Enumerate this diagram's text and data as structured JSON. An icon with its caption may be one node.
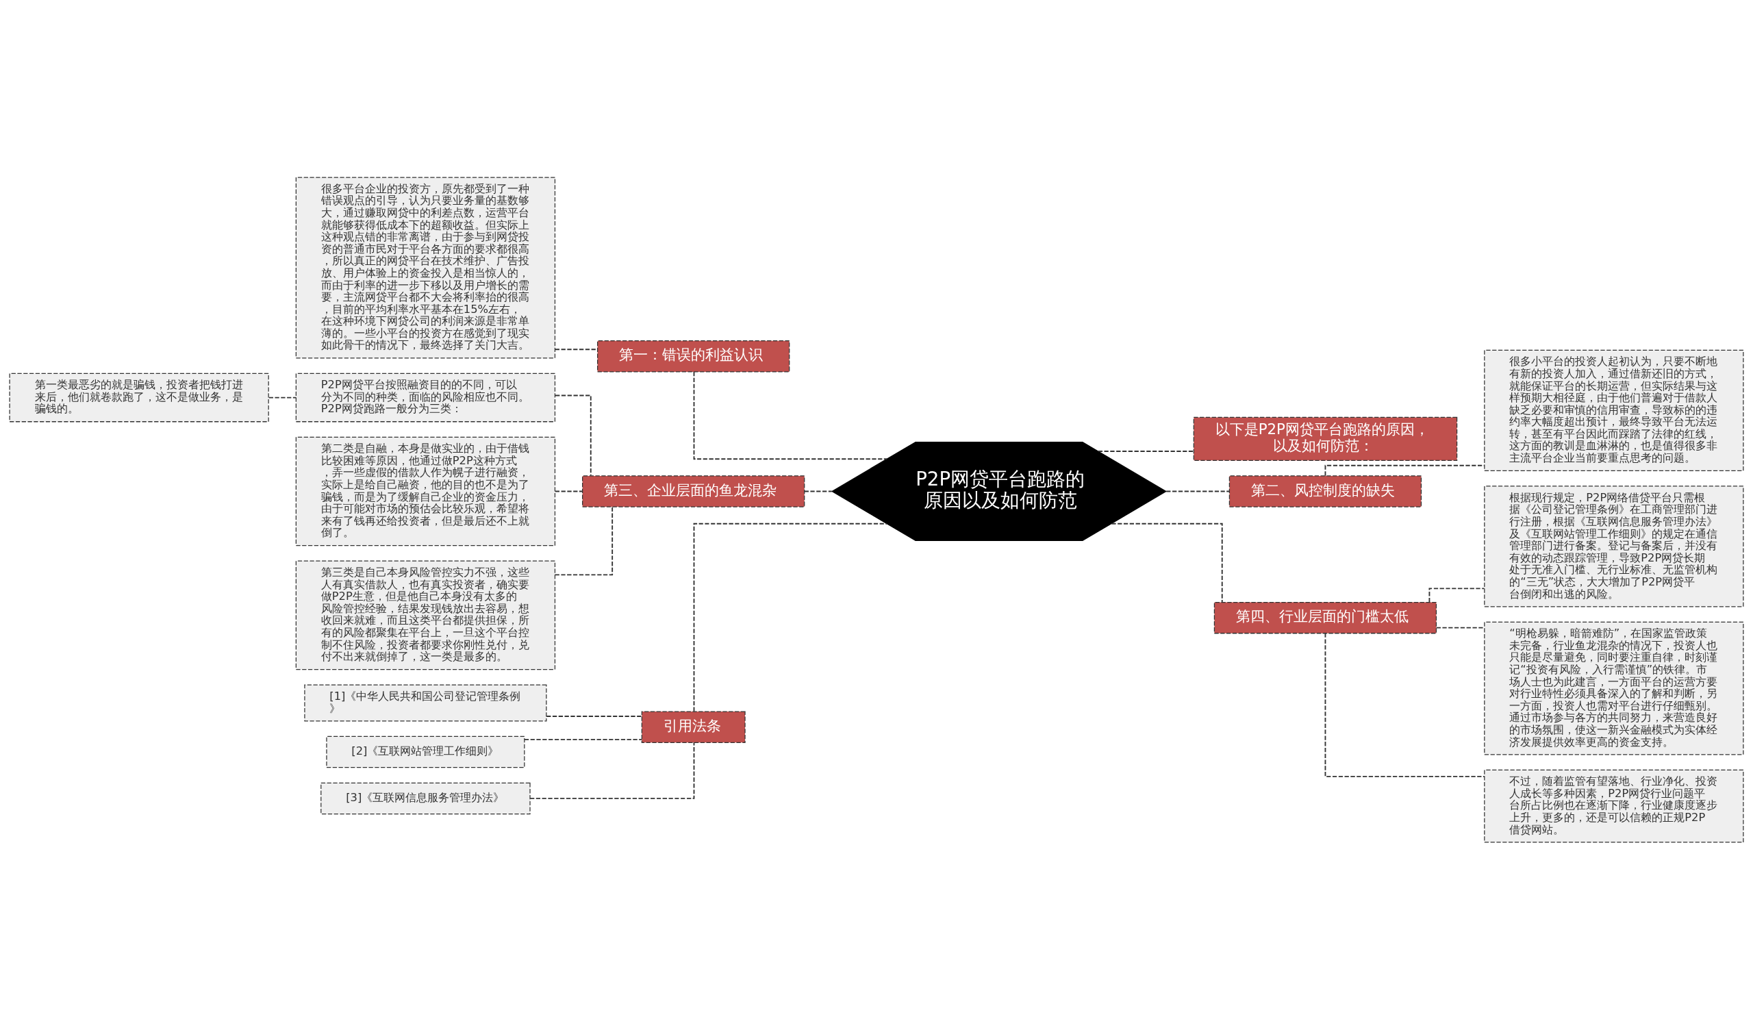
{
  "diagram": {
    "nodes": [
      {
        "text": [
          "P2P网贷平台跑路的原因以及如何防范"
        ]
      },
      {
        "text": [
          "第一：错误的利益认识"
        ]
      },
      {
        "text": [
          "很多平台企业的投资方，原先都受到了一种错误观点的引导，认为只要业务量的基数够大，通过赚取网贷中的利差点数，运营平台就能够获得低成本下的超额收益。但实际上这种观点错的非常离谱，由于参与到网贷投资的普通市民对于平台各方面的要求都很高，所以真正的网贷平台在技术维护、广告投放、用户体验上的资金投入是相当惊人的，而由于利率的进一步下移以及用户增长的需要，主流网贷平台都不大会将利率抬的很高，目前的平均利率水平基本在15%左右，在这种环境下网贷公司的利润来源是非常单薄的。一些小平台的投资方在感觉到了现实如此骨干的情况下，最终选择了关门大吉。"
        ]
      },
      {
        "text": [
          "第三、企业层面的鱼龙混杂"
        ]
      },
      {
        "text": [
          "P2P网贷平台按照融资目的的不同，可以分为不同的种类，面临的风险相应也不同。P2P网贷跑路一般分为三类："
        ]
      },
      {
        "text": [
          "第一类最恶劣的就是骗钱，投资者把钱打进来后，他们就卷款跑了，这不是做业务，是骗钱的。"
        ]
      },
      {
        "text": [
          "第二类是自融，本身是做实业的，由于借钱比较困难等原因，他通过做P2P这种方式，弄一些虚假的借款人作为幌子进行融资，实际上是给自己融资，他的目的也不是为了骗钱，而是为了缓解自己企业的资金压力，由于可能对市场的预估会比较乐观，希望将来有了钱再还给投资者，但是最后还不上就倒了。"
        ]
      },
      {
        "text": [
          "第三类是自己本身风险管控实力不强，这些人有真实借款人，也有真实投资者，确实要做P2P生意，但是他自己本身没有太多的风险管控经验，结果发现钱放出去容易，想收回来就难，而且这类平台都提供担保，所有的风险都聚集在平台上，一旦这个平台控制不住风险，投资者都要求你刚性兑付，兑付不出来就倒掉了，这一类是最多的。"
        ]
      },
      {
        "text": [
          "引用法条"
        ]
      },
      {
        "text": [
          "[1]《中华人民共和国公司登记管理条例》"
        ]
      },
      {
        "text": [
          "[2]《互联网站管理工作细则》"
        ]
      },
      {
        "text": [
          "[3]《互联网信息服务管理办法》"
        ]
      },
      {
        "text": [
          "以下是P2P网贷平台跑路的原因，以及如何防范："
        ]
      },
      {
        "text": [
          "第二、风控制度的缺失"
        ]
      },
      {
        "text": [
          "很多小平台的投资人起初认为，只要不断地有新的投资人加入，通过借新还旧的方式，就能保证平台的长期运营，但实际结果与这样预期大相径庭，由于他们普遍对于借款人缺乏必要和审慎的信用审查，导致标的的违约率大幅度超出预计，最终导致平台无法运转，甚至有平台因此而踩踏了法律的红线，这方面的教训是血淋淋的，也是值得很多非主流平台企业当前要重点思考的问题。"
        ]
      },
      {
        "text": [
          "第四、行业层面的门槛太低"
        ]
      },
      {
        "text": [
          "根据现行规定，P2P网络借贷平台只需根据《公司登记管理条例》在工商管理部门进行注册，根据《互联网信息服务管理办法》及《互联网站管理工作细则》的规定在通信管理部门进行备案。登记与备案后，并没有有效的动态跟踪管理，导致P2P网贷长期处于无准入门槛、无行业标准、无监管机构的“三无”状态，大大增加了P2P网贷平台倒闭和出逃的风险。"
        ]
      },
      {
        "text": [
          "“明枪易躲，暗箭难防”，在国家监管政策未完备，行业鱼龙混杂的情况下，投资人也只能是尽量避免，同时要注重自律，时刻谨记“投资有风险，入行需谨慎”的铁律。市场人士也为此建言，一方面平台的运营方要对行业特性必须具备深入的了解和判断，另一方面，投资人也需对平台进行仔细甄别。通过市场参与各方的共同努力，来营造良好的市场氛围，使这一新兴金融模式为实体经济发展提供效率更高的资金支持。"
        ]
      },
      {
        "text": [
          "不过，随着监管有望落地、行业净化、投资人成长等多种因素，P2P网贷行业问题平台所占比例也在逐渐下降，行业健康度逐步上升，更多的，还是可以信赖的正规P2P借贷网站。"
        ]
      }
    ],
    "edges": [
      {
        "from": 0,
        "to": 1,
        "arrow": "none"
      },
      {
        "from": 1,
        "to": 2,
        "arrow": "none"
      },
      {
        "from": 0,
        "to": 3,
        "arrow": "none"
      },
      {
        "from": 3,
        "to": 4,
        "arrow": "none"
      },
      {
        "from": 4,
        "to": 5,
        "arrow": "none"
      },
      {
        "from": 3,
        "to": 6,
        "arrow": "none"
      },
      {
        "from": 3,
        "to": 7,
        "arrow": "none"
      },
      {
        "from": 0,
        "to": 8,
        "arrow": "none"
      },
      {
        "from": 8,
        "to": 9,
        "arrow": "none"
      },
      {
        "from": 8,
        "to": 10,
        "arrow": "none"
      },
      {
        "from": 8,
        "to": 11,
        "arrow": "none"
      },
      {
        "from": 0,
        "to": 12,
        "arrow": "none"
      },
      {
        "from": 0,
        "to": 13,
        "arrow": "none"
      },
      {
        "from": 13,
        "to": 14,
        "arrow": "none"
      },
      {
        "from": 0,
        "to": 15,
        "arrow": "none"
      },
      {
        "from": 15,
        "to": 16,
        "arrow": "none"
      },
      {
        "from": 15,
        "to": 17,
        "arrow": "none"
      },
      {
        "from": 15,
        "to": 18,
        "arrow": "none"
      }
    ]
  }
}
